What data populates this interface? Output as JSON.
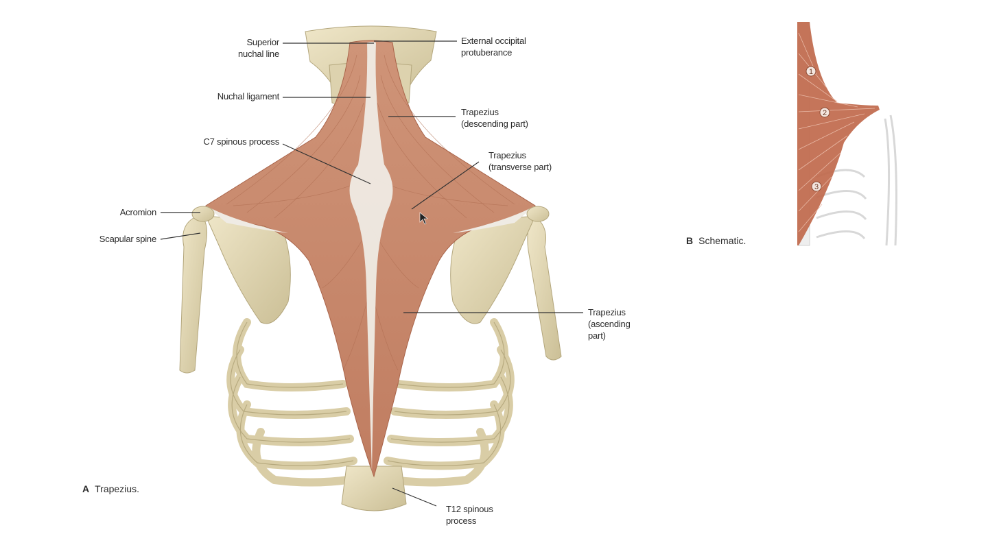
{
  "figure_a": {
    "letter": "A",
    "caption": "Trapezius.",
    "labels": {
      "superior_nuchal_line": [
        "Superior",
        "nuchal line"
      ],
      "external_occipital_protuberance": [
        "External occipital",
        "protuberance"
      ],
      "nuchal_ligament": [
        "Nuchal ligament"
      ],
      "c7_spinous_process": [
        "C7 spinous process"
      ],
      "trapezius_descending": [
        "Trapezius",
        "(descending part)"
      ],
      "trapezius_transverse": [
        "Trapezius",
        "(transverse part)"
      ],
      "acromion": [
        "Acromion"
      ],
      "scapular_spine": [
        "Scapular spine"
      ],
      "trapezius_ascending": [
        "Trapezius",
        "(ascending",
        "part)"
      ],
      "t12_spinous_process": [
        "T12 spinous",
        "process"
      ]
    }
  },
  "figure_b": {
    "letter": "B",
    "caption": "Schematic.",
    "markers": [
      "1",
      "2",
      "3"
    ]
  },
  "colors": {
    "muscle": "#c98a6c",
    "muscle_dark": "#a9644a",
    "bone": "#e6dcbc",
    "bone_shade": "#cfc39a",
    "tendon": "#eeeae2",
    "leader_line": "#333333",
    "schematic_muscle": "#c0694c"
  }
}
